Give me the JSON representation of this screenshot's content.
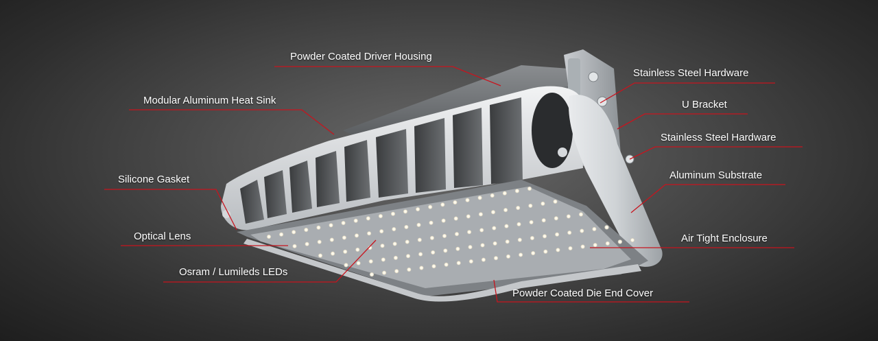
{
  "colors": {
    "leader_line": "#c8141e",
    "fixture_body": "#d9dcdf",
    "led_glow": "#fff6e0"
  },
  "callouts": {
    "driver_housing": "Powder Coated Driver Housing",
    "heat_sink": "Modular Aluminum Heat Sink",
    "silicone_gasket": "Silicone Gasket",
    "optical_lens": "Optical Lens",
    "leds": "Osram / Lumileds LEDs",
    "hardware_top": "Stainless Steel Hardware",
    "u_bracket": "U Bracket",
    "hardware_mid": "Stainless Steel Hardware",
    "aluminum_substrate": "Aluminum Substrate",
    "air_tight": "Air Tight Enclosure",
    "end_cover": "Powder Coated Die End Cover"
  }
}
